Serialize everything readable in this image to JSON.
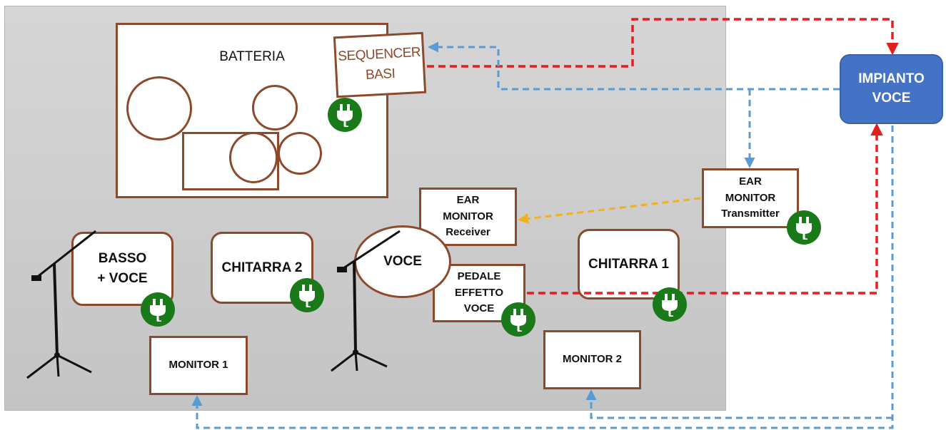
{
  "colors": {
    "stage": "#c9c9c9",
    "instrument_border": "#8b4a2b",
    "power": "#1a7a1a",
    "pa_fill": "#4472c4",
    "line_red": "#e02020",
    "line_blue": "#5b9bd5",
    "line_yellow": "#f2b01e"
  },
  "drumkit": {
    "label": "BATTERIA"
  },
  "sequencer": {
    "label": "SEQUENCER\nBASI"
  },
  "pa_system": {
    "label": "IMPIANTO\nVOCE"
  },
  "ear_transmitter": {
    "label": "EAR\nMONITOR\nTransmitter"
  },
  "ear_receiver": {
    "label": "EAR\nMONITOR\nReceiver"
  },
  "voice": {
    "label": "VOCE"
  },
  "pedal": {
    "label": "PEDALE\nEFFETTO\nVOCE"
  },
  "bass": {
    "label": "BASSO\n+ VOCE"
  },
  "guitar2": {
    "label": "CHITARRA 2"
  },
  "guitar1": {
    "label": "CHITARRA 1"
  },
  "monitor1": {
    "label": "MONITOR 1"
  },
  "monitor2": {
    "label": "MONITOR 2"
  },
  "icons": {
    "power": "power-plug-icon",
    "mic": "microphone-stand-icon",
    "arrow": "arrow-head-icon"
  }
}
